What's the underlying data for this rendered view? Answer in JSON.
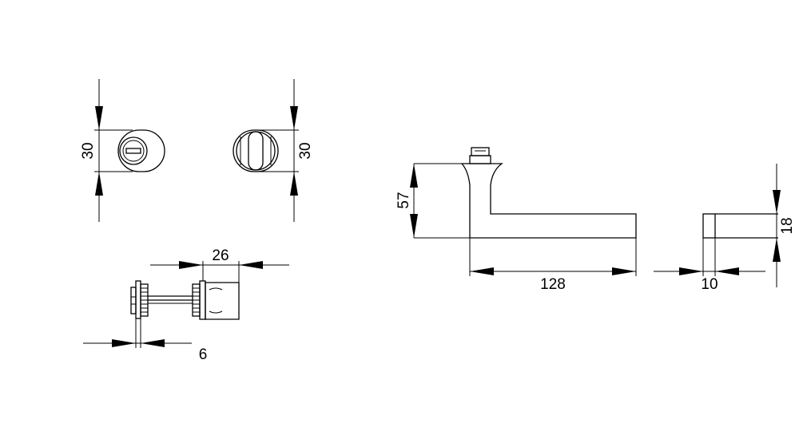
{
  "dimensions": {
    "rose_left_height": "30",
    "rose_right_height": "30",
    "spindle_length": "26",
    "rose_thickness": "6",
    "handle_height": "57",
    "handle_length": "128",
    "handle_width": "10",
    "handle_thickness": "18"
  }
}
